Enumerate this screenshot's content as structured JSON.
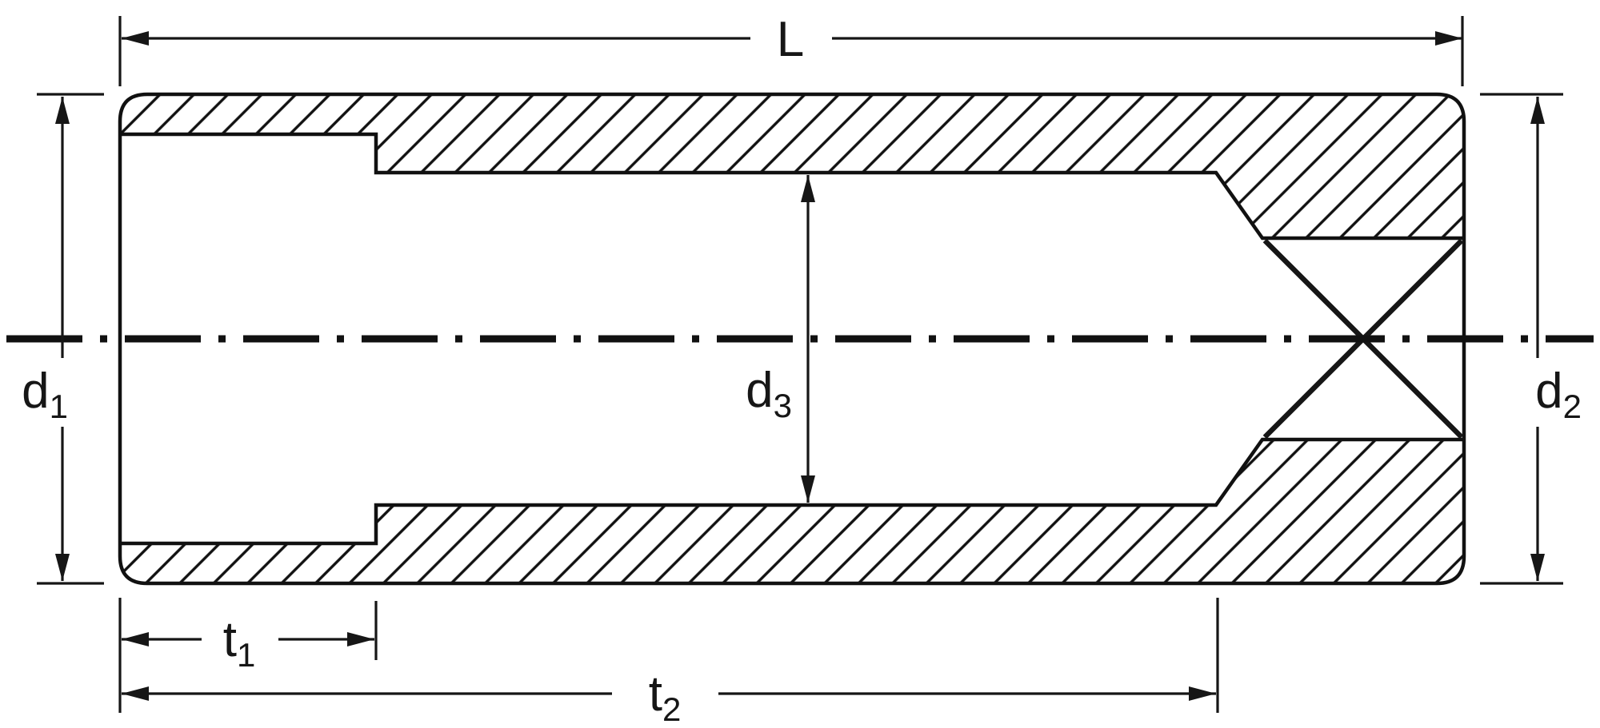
{
  "diagram": {
    "kind": "technical-cross-section",
    "subject": "deep-socket-profile"
  },
  "colors": {
    "ink": "#161616",
    "line": "#111111",
    "background": "#ffffff"
  },
  "labels": {
    "L": {
      "base": "L",
      "sub": ""
    },
    "d1": {
      "base": "d",
      "sub": "1"
    },
    "d2": {
      "base": "d",
      "sub": "2"
    },
    "d3": {
      "base": "d",
      "sub": "3"
    },
    "t1": {
      "base": "t",
      "sub": "1"
    },
    "t2": {
      "base": "t",
      "sub": "2"
    }
  }
}
